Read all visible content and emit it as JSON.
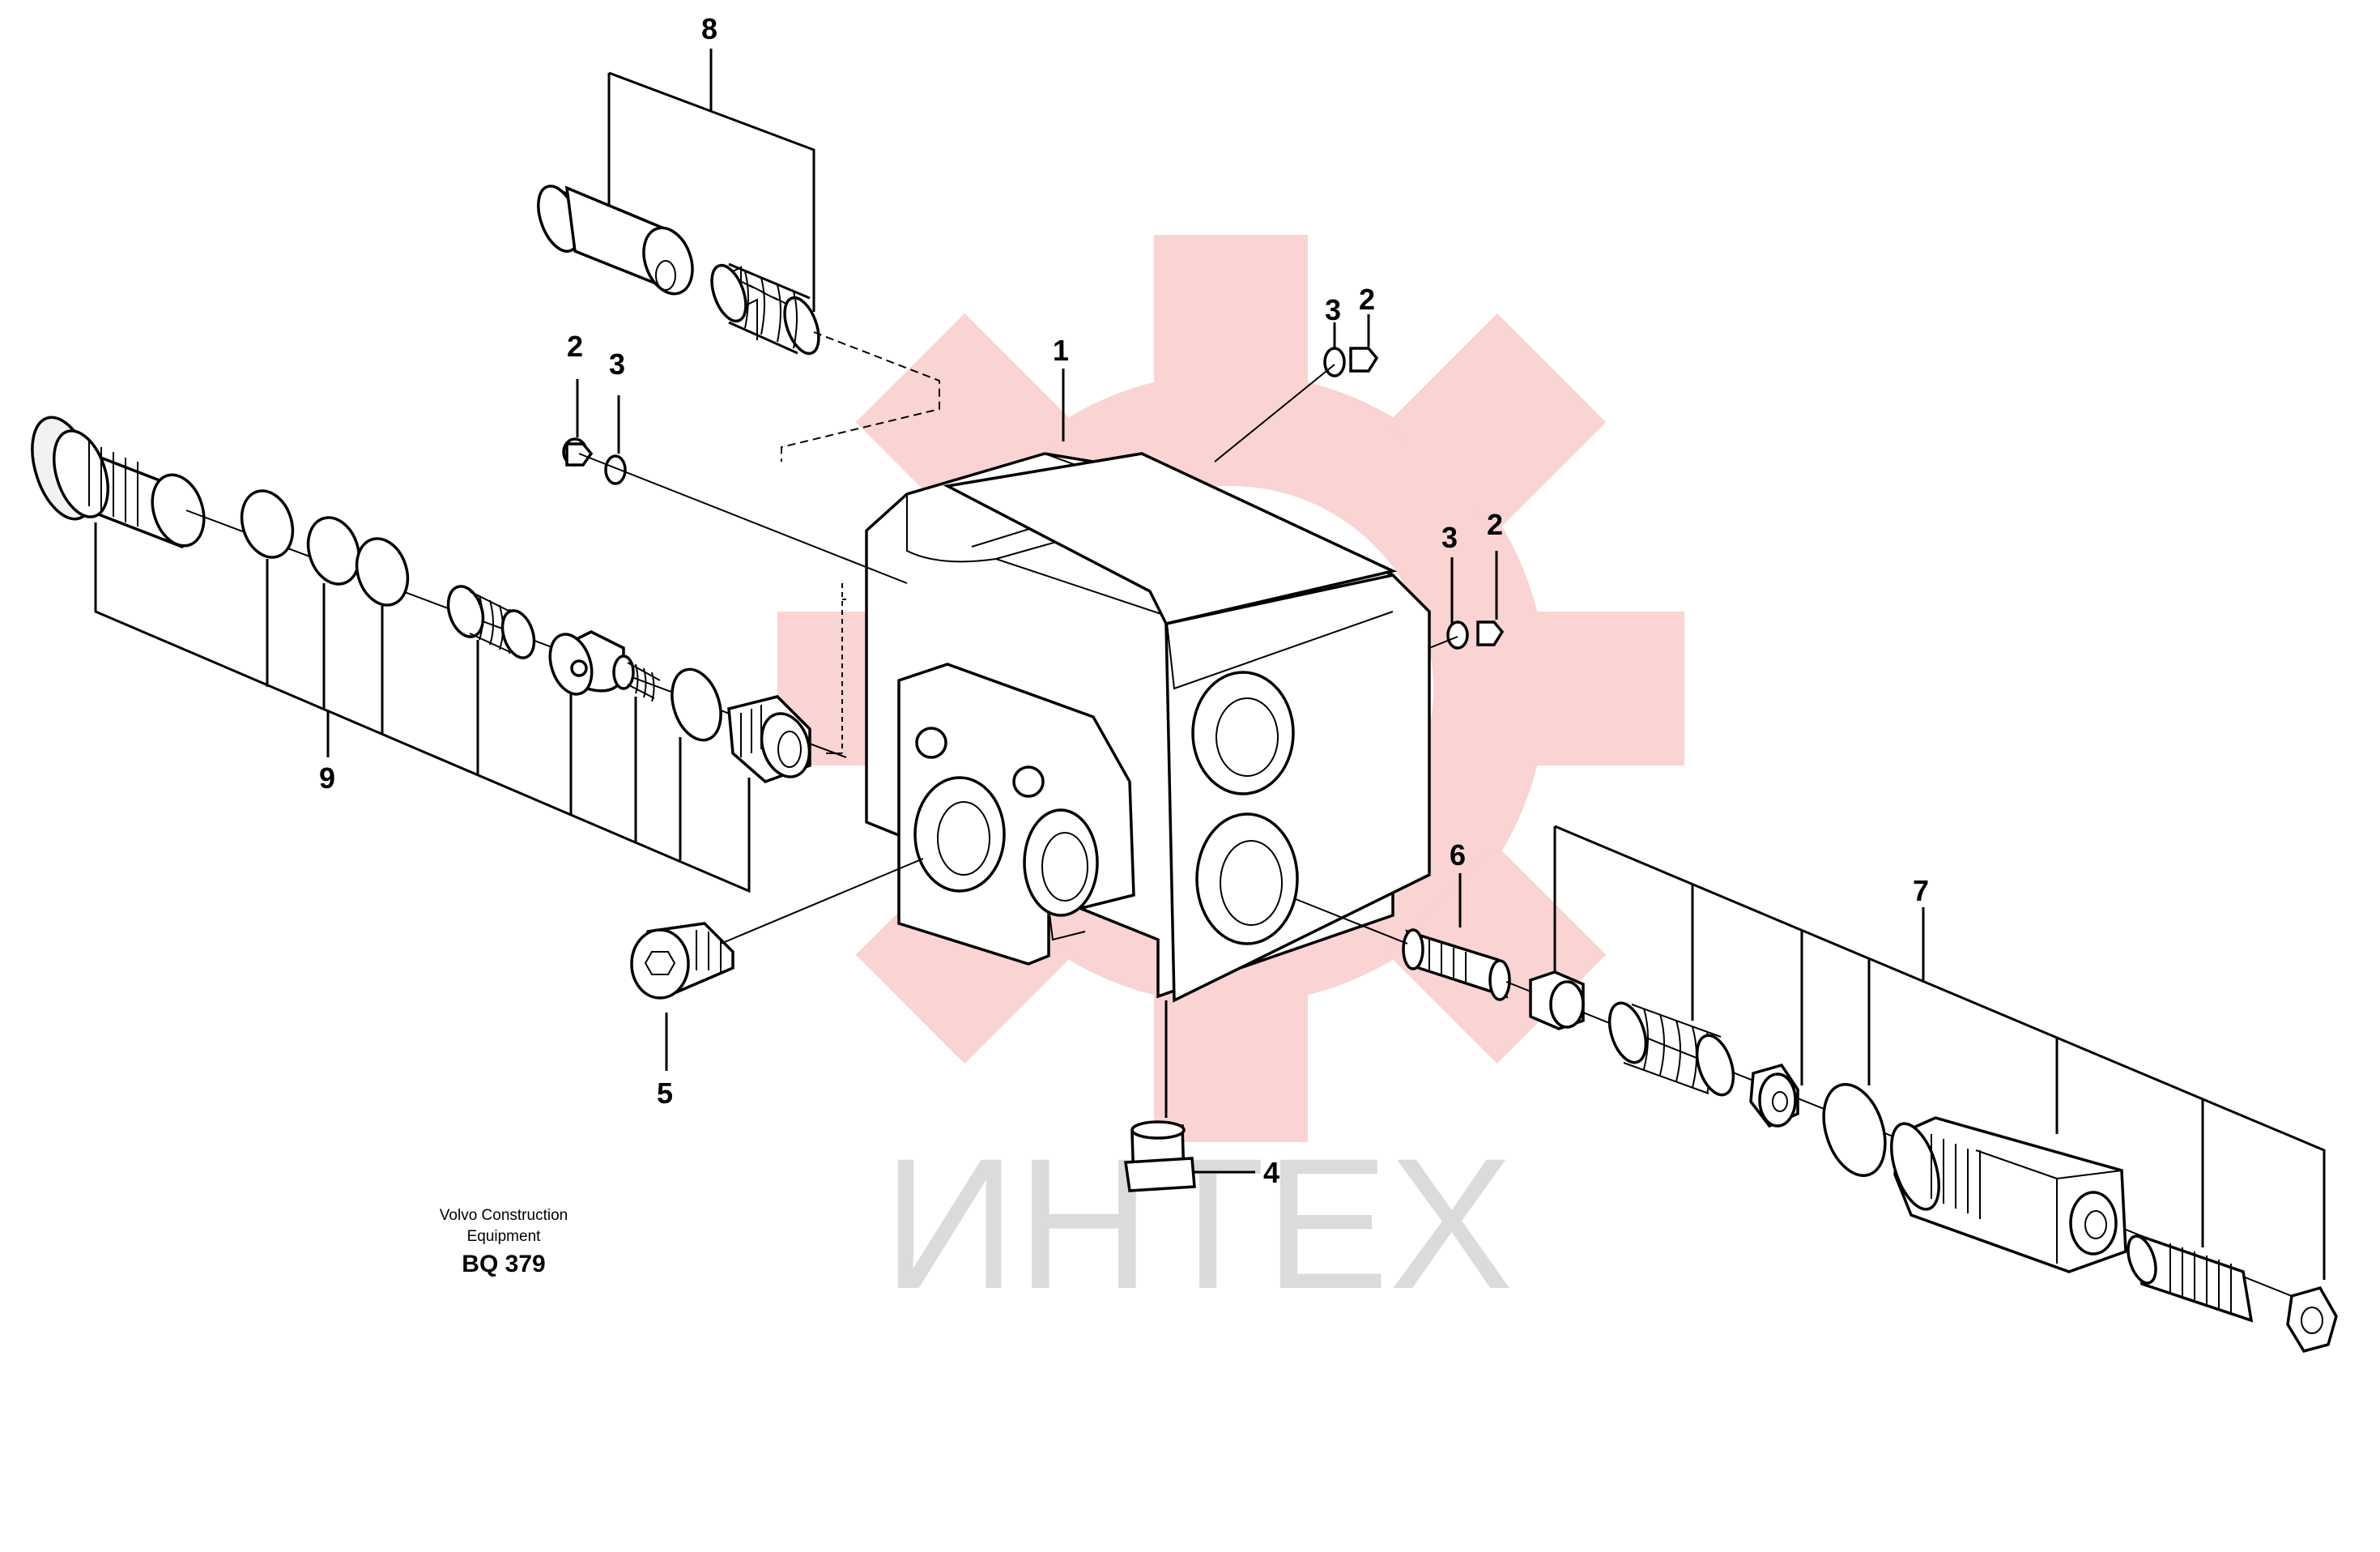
{
  "diagram": {
    "callouts": {
      "c1": "1",
      "c2a": "2",
      "c2b": "2",
      "c2c": "2",
      "c3a": "3",
      "c3b": "3",
      "c3c": "3",
      "c4": "4",
      "c5": "5",
      "c6": "6",
      "c7": "7",
      "c8": "8",
      "c9": "9"
    },
    "caption": {
      "line1": "Volvo Construction",
      "line2": "Equipment",
      "code": "BQ 379"
    },
    "watermark": {
      "text": "ИНТЕХ",
      "color": "#f5b5b5",
      "icon": "gear-logo-icon"
    }
  }
}
